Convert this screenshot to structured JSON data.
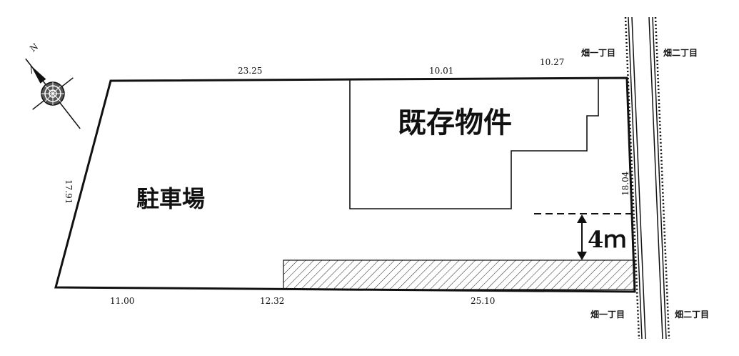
{
  "labels": {
    "existing_building": "既存物件",
    "parking": "駐車場",
    "setback": "4ｍ"
  },
  "dimensions": {
    "top_left": "23.25",
    "top_mid": "10.01",
    "top_right": "10.27",
    "left_side": "17.91",
    "right_side": "18.04",
    "bottom_left": "11.00",
    "bottom_mid": "12.32",
    "bottom_right": "25.10"
  },
  "streets": {
    "west_top": "畑一丁目",
    "east_top": "畑二丁目",
    "west_bottom": "畑一丁目",
    "east_bottom": "畑二丁目"
  },
  "compass": {
    "north_label": "N"
  }
}
